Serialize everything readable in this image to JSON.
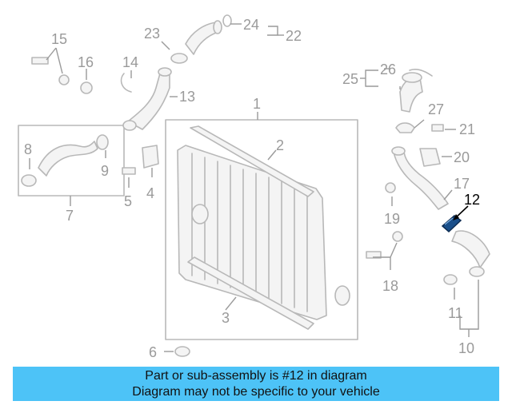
{
  "callouts": {
    "c1": "1",
    "c2": "2",
    "c3": "3",
    "c4": "4",
    "c5": "5",
    "c6": "6",
    "c7": "7",
    "c8": "8",
    "c9": "9",
    "c10": "10",
    "c11": "11",
    "c12": "12",
    "c13": "13",
    "c14": "14",
    "c15": "15",
    "c16": "16",
    "c17": "17",
    "c18": "18",
    "c19": "19",
    "c20": "20",
    "c21": "21",
    "c22": "22",
    "c23": "23",
    "c24": "24",
    "c25": "25",
    "c26": "26",
    "c27": "27"
  },
  "banner": {
    "line1": "Part or sub-assembly is #12 in diagram",
    "line2": "Diagram may not be specific to your vehicle",
    "color": "#4dc3f7"
  },
  "highlight": {
    "part": "12",
    "color": "#1a4f8a"
  }
}
